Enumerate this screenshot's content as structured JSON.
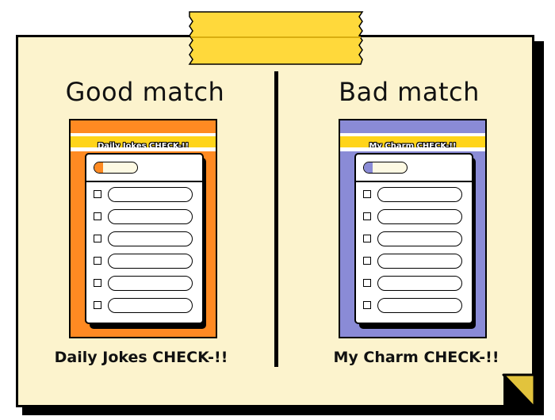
{
  "left": {
    "heading": "Good match",
    "caption": "Daily Jokes CHECK-!!",
    "card_title": "Daily Jokes CHECK-!!",
    "card_color": "#ff8a22",
    "progress_fill": 0.2
  },
  "right": {
    "heading": "Bad match",
    "caption": "My Charm CHECK-!!",
    "card_title": "My Charm CHECK-!!",
    "card_color": "#8a8bd6",
    "progress_fill": 0.2
  },
  "colors": {
    "note": "#fcf3cd",
    "tape": "#ffd93b",
    "fold": "#e2c33c",
    "banner": "#ffd41a"
  }
}
